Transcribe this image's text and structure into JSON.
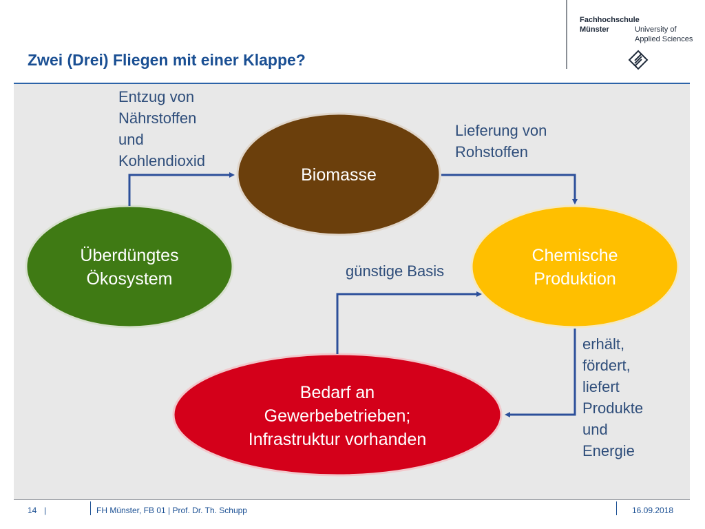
{
  "logo": {
    "line1": "Fachhochschule",
    "line2a": "Münster",
    "line2b": "University of",
    "line3": "Applied Sciences"
  },
  "title": "Zwei (Drei) Fliegen mit einer Klappe?",
  "nodes": {
    "biomasse": "Biomasse",
    "oekosystem_line1": "Überdüngtes",
    "oekosystem_line2": "Ökosystem",
    "chemische_line1": "Chemische",
    "chemische_line2": "Produktion",
    "bedarf_line1": "Bedarf an",
    "bedarf_line2": "Gewerbebetrieben;",
    "bedarf_line3": "Infrastruktur vorhanden"
  },
  "labels": {
    "entzug": [
      "Entzug von",
      "Nährstoffen",
      "und",
      "Kohlendioxid"
    ],
    "lieferung": [
      "Lieferung von",
      "Rohstoffen"
    ],
    "basis": "günstige Basis",
    "erhaelt": [
      "erhält,",
      "fördert,",
      "liefert",
      "Produkte",
      "und",
      "Energie"
    ]
  },
  "colors": {
    "title": "#1a4f93",
    "arrow": "#2c4f9a",
    "biomasse": "#6b3f0c",
    "oekosystem": "#3f7a14",
    "chemische": "#ffbf00",
    "bedarf": "#d4001a",
    "label_text": "#2e4d7a"
  },
  "footer": {
    "page": "14",
    "sep": "|",
    "info": "FH Münster, FB 01  | Prof. Dr. Th. Schupp",
    "date": "16.09.2018"
  }
}
